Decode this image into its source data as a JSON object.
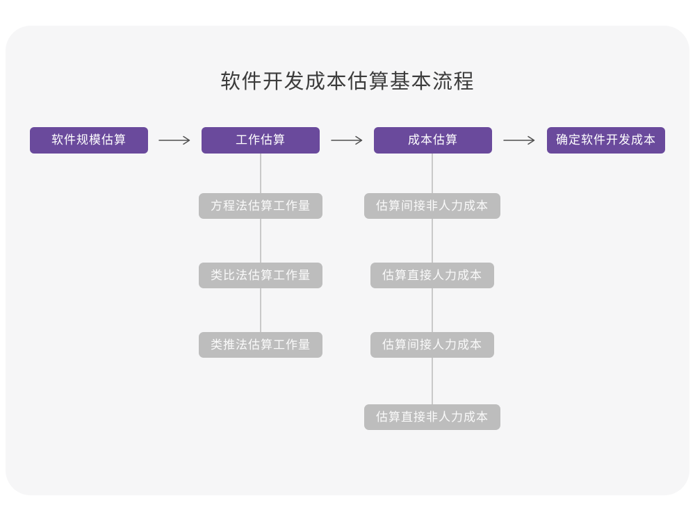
{
  "title": "软件开发成本估算基本流程",
  "stages": [
    "软件规模估算",
    "工作估算",
    "成本估算",
    "确定软件开发成本"
  ],
  "work_estimation_methods": [
    "方程法估算工作量",
    "类比法估算工作量",
    "类推法估算工作量"
  ],
  "cost_estimation_items": [
    "估算间接非人力成本",
    "估算直接人力成本",
    "估算间接人力成本",
    "估算直接非人力成本"
  ],
  "colors": {
    "accent_purple": "#6a4a9c",
    "node_gray": "#bdbdbd",
    "card_background": "#f6f6f7",
    "connector_line": "#c9c9c9",
    "arrow": "#4f4f4f",
    "title_text": "#3c3c3c"
  }
}
